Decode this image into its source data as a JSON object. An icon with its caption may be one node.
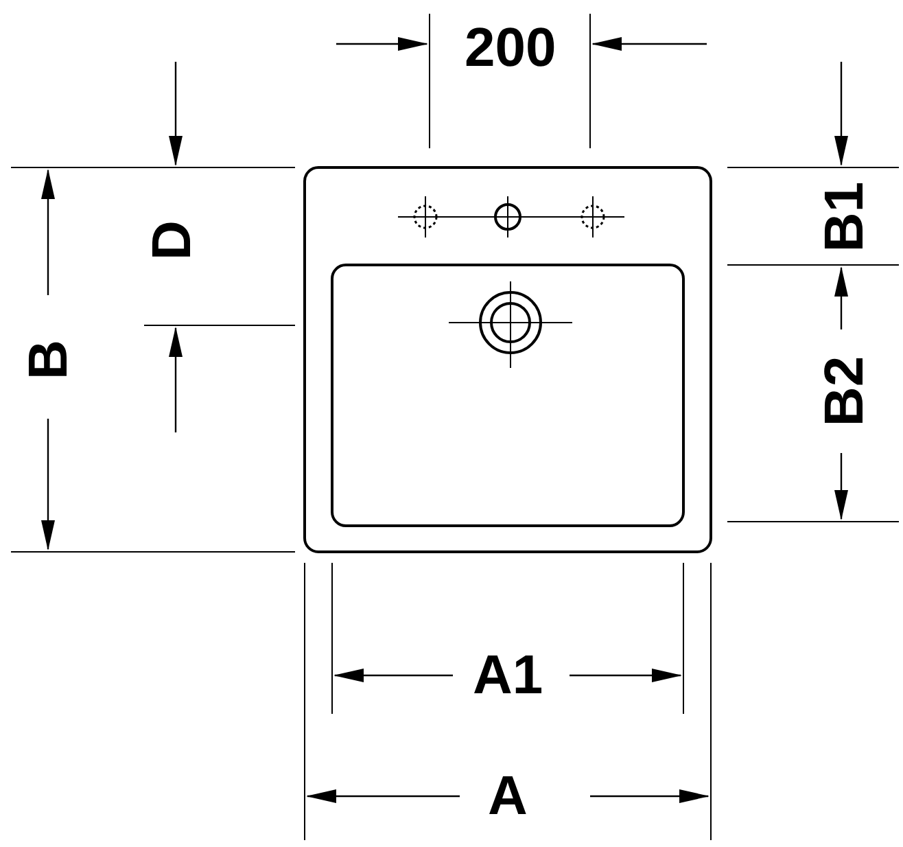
{
  "diagram": {
    "labels": [
      "200",
      "D",
      "B",
      "B1",
      "B2",
      "A1",
      "A"
    ]
  }
}
